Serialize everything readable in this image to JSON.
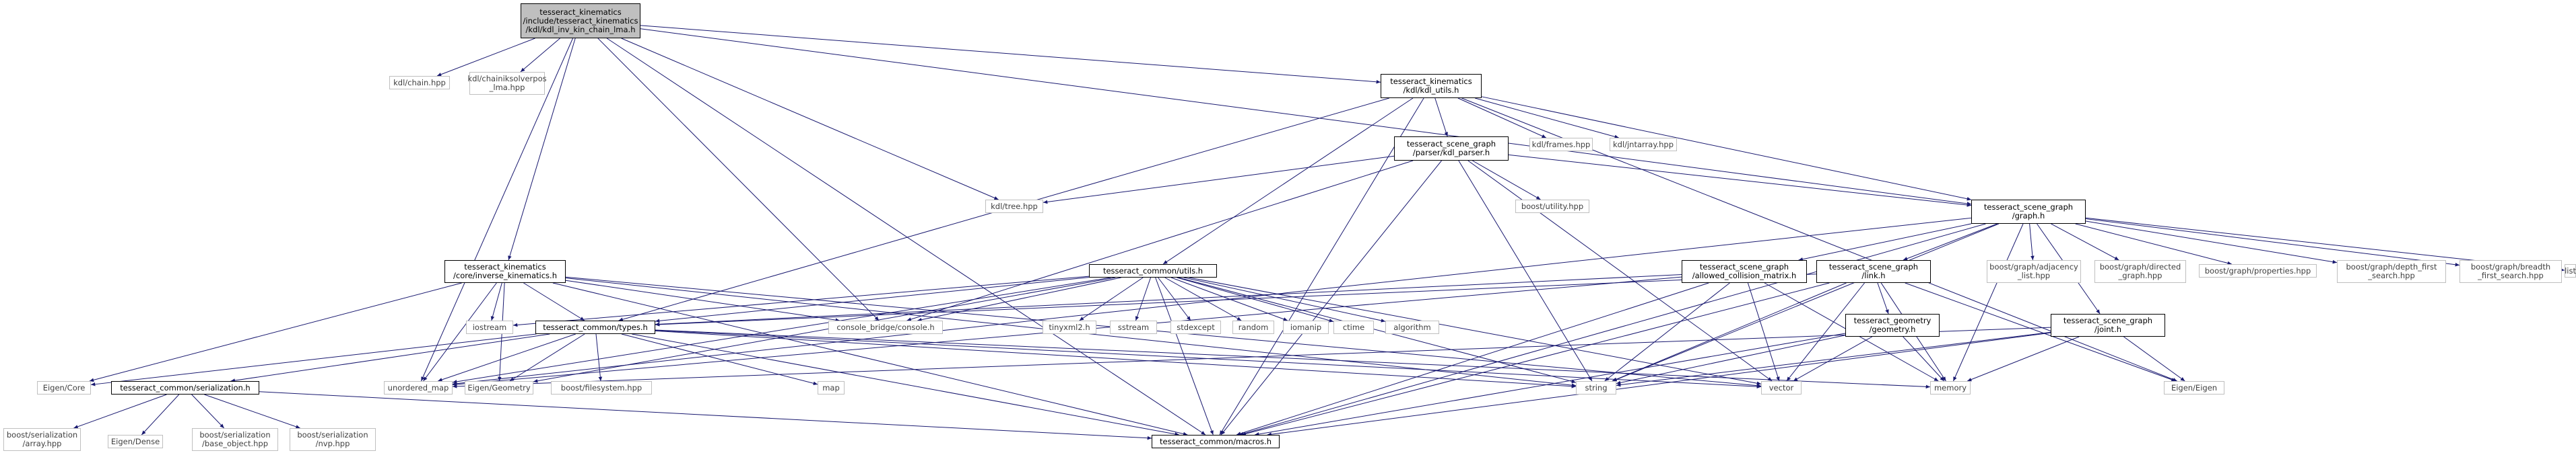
{
  "colors": {
    "edge": "#191970",
    "root_fill": "#bfbfbf",
    "external_border": "#bfbfbf"
  },
  "nodes": [
    {
      "id": "root",
      "kind": "root",
      "lines": [
        "tesseract_kinematics",
        "/include/tesseract_kinematics",
        "/kdl/kdl_inv_kin_chain_lma.h"
      ]
    },
    {
      "id": "chain",
      "kind": "ext",
      "lines": [
        "kdl/chain.hpp"
      ]
    },
    {
      "id": "chainiksolver",
      "kind": "ext",
      "lines": [
        "kdl/chainiksolverpos",
        "_lma.hpp"
      ]
    },
    {
      "id": "kdl_utils",
      "kind": "local",
      "lines": [
        "tesseract_kinematics",
        "/kdl/kdl_utils.h"
      ]
    },
    {
      "id": "frames",
      "kind": "ext",
      "lines": [
        "kdl/frames.hpp"
      ]
    },
    {
      "id": "jntarray",
      "kind": "ext",
      "lines": [
        "kdl/jntarray.hpp"
      ]
    },
    {
      "id": "kdl_parser",
      "kind": "local",
      "lines": [
        "tesseract_scene_graph",
        "/parser/kdl_parser.h"
      ]
    },
    {
      "id": "boost_utility",
      "kind": "ext",
      "lines": [
        "boost/utility.hpp"
      ]
    },
    {
      "id": "tree",
      "kind": "ext",
      "lines": [
        "kdl/tree.hpp"
      ]
    },
    {
      "id": "graph",
      "kind": "local",
      "lines": [
        "tesseract_scene_graph",
        "/graph.h"
      ]
    },
    {
      "id": "inverse_kin",
      "kind": "local",
      "lines": [
        "tesseract_kinematics",
        "/core/inverse_kinematics.h"
      ]
    },
    {
      "id": "common_utils",
      "kind": "local",
      "lines": [
        "tesseract_common/utils.h"
      ]
    },
    {
      "id": "allowed_collision",
      "kind": "local",
      "lines": [
        "tesseract_scene_graph",
        "/allowed_collision_matrix.h"
      ]
    },
    {
      "id": "link",
      "kind": "local",
      "lines": [
        "tesseract_scene_graph",
        "/link.h"
      ]
    },
    {
      "id": "adjacency",
      "kind": "ext",
      "lines": [
        "boost/graph/adjacency",
        "_list.hpp"
      ]
    },
    {
      "id": "directed",
      "kind": "ext",
      "lines": [
        "boost/graph/directed",
        "_graph.hpp"
      ]
    },
    {
      "id": "properties",
      "kind": "ext",
      "lines": [
        "boost/graph/properties.hpp"
      ]
    },
    {
      "id": "dfs",
      "kind": "ext",
      "lines": [
        "boost/graph/depth_first",
        "_search.hpp"
      ]
    },
    {
      "id": "bfs",
      "kind": "ext",
      "lines": [
        "boost/graph/breadth",
        "_first_search.hpp"
      ]
    },
    {
      "id": "list",
      "kind": "ext",
      "lines": [
        "list"
      ]
    },
    {
      "id": "iostream",
      "kind": "ext",
      "lines": [
        "iostream"
      ]
    },
    {
      "id": "console",
      "kind": "ext",
      "lines": [
        "console_bridge/console.h"
      ]
    },
    {
      "id": "tinyxml",
      "kind": "ext",
      "lines": [
        "tinyxml2.h"
      ]
    },
    {
      "id": "sstream",
      "kind": "ext",
      "lines": [
        "sstream"
      ]
    },
    {
      "id": "stdexcept",
      "kind": "ext",
      "lines": [
        "stdexcept"
      ]
    },
    {
      "id": "random",
      "kind": "ext",
      "lines": [
        "random"
      ]
    },
    {
      "id": "iomanip",
      "kind": "ext",
      "lines": [
        "iomanip"
      ]
    },
    {
      "id": "ctime",
      "kind": "ext",
      "lines": [
        "ctime"
      ]
    },
    {
      "id": "algorithm",
      "kind": "ext",
      "lines": [
        "algorithm"
      ]
    },
    {
      "id": "geometry",
      "kind": "local",
      "lines": [
        "tesseract_geometry",
        "/geometry.h"
      ]
    },
    {
      "id": "joint",
      "kind": "local",
      "lines": [
        "tesseract_scene_graph",
        "/joint.h"
      ]
    },
    {
      "id": "types",
      "kind": "local",
      "lines": [
        "tesseract_common/types.h"
      ]
    },
    {
      "id": "eigen_core",
      "kind": "ext",
      "lines": [
        "Eigen/Core"
      ]
    },
    {
      "id": "serialization",
      "kind": "local",
      "lines": [
        "tesseract_common/serialization.h"
      ]
    },
    {
      "id": "unordered_map",
      "kind": "ext",
      "lines": [
        "unordered_map"
      ]
    },
    {
      "id": "eigen_geometry",
      "kind": "ext",
      "lines": [
        "Eigen/Geometry"
      ]
    },
    {
      "id": "filesystem",
      "kind": "ext",
      "lines": [
        "boost/filesystem.hpp"
      ]
    },
    {
      "id": "map",
      "kind": "ext",
      "lines": [
        "map"
      ]
    },
    {
      "id": "string",
      "kind": "ext",
      "lines": [
        "string"
      ]
    },
    {
      "id": "vector",
      "kind": "ext",
      "lines": [
        "vector"
      ]
    },
    {
      "id": "memory",
      "kind": "ext",
      "lines": [
        "memory"
      ]
    },
    {
      "id": "eigen_eigen",
      "kind": "ext",
      "lines": [
        "Eigen/Eigen"
      ]
    },
    {
      "id": "ser_array",
      "kind": "ext",
      "lines": [
        "boost/serialization",
        "/array.hpp"
      ]
    },
    {
      "id": "eigen_dense",
      "kind": "ext",
      "lines": [
        "Eigen/Dense"
      ]
    },
    {
      "id": "ser_base",
      "kind": "ext",
      "lines": [
        "boost/serialization",
        "/base_object.hpp"
      ]
    },
    {
      "id": "ser_nvp",
      "kind": "ext",
      "lines": [
        "boost/serialization",
        "/nvp.hpp"
      ]
    },
    {
      "id": "macros",
      "kind": "local",
      "lines": [
        "tesseract_common/macros.h"
      ]
    }
  ],
  "edges": [
    [
      "root",
      "chain"
    ],
    [
      "root",
      "chainiksolver"
    ],
    [
      "root",
      "kdl_utils"
    ],
    [
      "root",
      "inverse_kin"
    ],
    [
      "root",
      "tree"
    ],
    [
      "root",
      "console"
    ],
    [
      "root",
      "unordered_map"
    ],
    [
      "root",
      "graph"
    ],
    [
      "root",
      "macros"
    ],
    [
      "kdl_utils",
      "frames"
    ],
    [
      "kdl_utils",
      "jntarray"
    ],
    [
      "kdl_utils",
      "kdl_parser"
    ],
    [
      "kdl_utils",
      "graph"
    ],
    [
      "kdl_utils",
      "common_utils"
    ],
    [
      "kdl_utils",
      "types"
    ],
    [
      "kdl_utils",
      "macros"
    ],
    [
      "kdl_utils",
      "eigen_eigen"
    ],
    [
      "kdl_parser",
      "tree"
    ],
    [
      "kdl_parser",
      "boost_utility"
    ],
    [
      "kdl_parser",
      "graph"
    ],
    [
      "kdl_parser",
      "console"
    ],
    [
      "kdl_parser",
      "string"
    ],
    [
      "kdl_parser",
      "vector"
    ],
    [
      "kdl_parser",
      "macros"
    ],
    [
      "graph",
      "adjacency"
    ],
    [
      "graph",
      "directed"
    ],
    [
      "graph",
      "properties"
    ],
    [
      "graph",
      "dfs"
    ],
    [
      "graph",
      "bfs"
    ],
    [
      "graph",
      "list"
    ],
    [
      "graph",
      "allowed_collision"
    ],
    [
      "graph",
      "link"
    ],
    [
      "graph",
      "joint"
    ],
    [
      "graph",
      "unordered_map"
    ],
    [
      "graph",
      "string"
    ],
    [
      "graph",
      "memory"
    ],
    [
      "graph",
      "macros"
    ],
    [
      "inverse_kin",
      "iostream"
    ],
    [
      "inverse_kin",
      "console"
    ],
    [
      "inverse_kin",
      "types"
    ],
    [
      "inverse_kin",
      "eigen_core"
    ],
    [
      "inverse_kin",
      "unordered_map"
    ],
    [
      "inverse_kin",
      "eigen_geometry"
    ],
    [
      "inverse_kin",
      "vector"
    ],
    [
      "inverse_kin",
      "macros"
    ],
    [
      "inverse_kin",
      "string"
    ],
    [
      "common_utils",
      "iostream"
    ],
    [
      "common_utils",
      "console"
    ],
    [
      "common_utils",
      "tinyxml"
    ],
    [
      "common_utils",
      "sstream"
    ],
    [
      "common_utils",
      "stdexcept"
    ],
    [
      "common_utils",
      "random"
    ],
    [
      "common_utils",
      "iomanip"
    ],
    [
      "common_utils",
      "ctime"
    ],
    [
      "common_utils",
      "algorithm"
    ],
    [
      "common_utils",
      "types"
    ],
    [
      "common_utils",
      "eigen_geometry"
    ],
    [
      "common_utils",
      "string"
    ],
    [
      "common_utils",
      "vector"
    ],
    [
      "common_utils",
      "macros"
    ],
    [
      "common_utils",
      "unordered_map"
    ],
    [
      "allowed_collision",
      "types"
    ],
    [
      "allowed_collision",
      "unordered_map"
    ],
    [
      "allowed_collision",
      "string"
    ],
    [
      "allowed_collision",
      "vector"
    ],
    [
      "allowed_collision",
      "memory"
    ],
    [
      "allowed_collision",
      "macros"
    ],
    [
      "link",
      "types"
    ],
    [
      "link",
      "geometry"
    ],
    [
      "link",
      "eigen_eigen"
    ],
    [
      "link",
      "string"
    ],
    [
      "link",
      "vector"
    ],
    [
      "link",
      "memory"
    ],
    [
      "link",
      "macros"
    ],
    [
      "geometry",
      "memory"
    ],
    [
      "geometry",
      "vector"
    ],
    [
      "geometry",
      "string"
    ],
    [
      "geometry",
      "macros"
    ],
    [
      "joint",
      "string"
    ],
    [
      "joint",
      "memory"
    ],
    [
      "joint",
      "eigen_eigen"
    ],
    [
      "joint",
      "macros"
    ],
    [
      "joint",
      "unordered_map"
    ],
    [
      "types",
      "eigen_core"
    ],
    [
      "types",
      "serialization"
    ],
    [
      "types",
      "unordered_map"
    ],
    [
      "types",
      "eigen_geometry"
    ],
    [
      "types",
      "filesystem"
    ],
    [
      "types",
      "map"
    ],
    [
      "types",
      "string"
    ],
    [
      "types",
      "vector"
    ],
    [
      "types",
      "memory"
    ],
    [
      "types",
      "macros"
    ],
    [
      "serialization",
      "ser_array"
    ],
    [
      "serialization",
      "eigen_dense"
    ],
    [
      "serialization",
      "ser_base"
    ],
    [
      "serialization",
      "ser_nvp"
    ],
    [
      "serialization",
      "macros"
    ]
  ]
}
